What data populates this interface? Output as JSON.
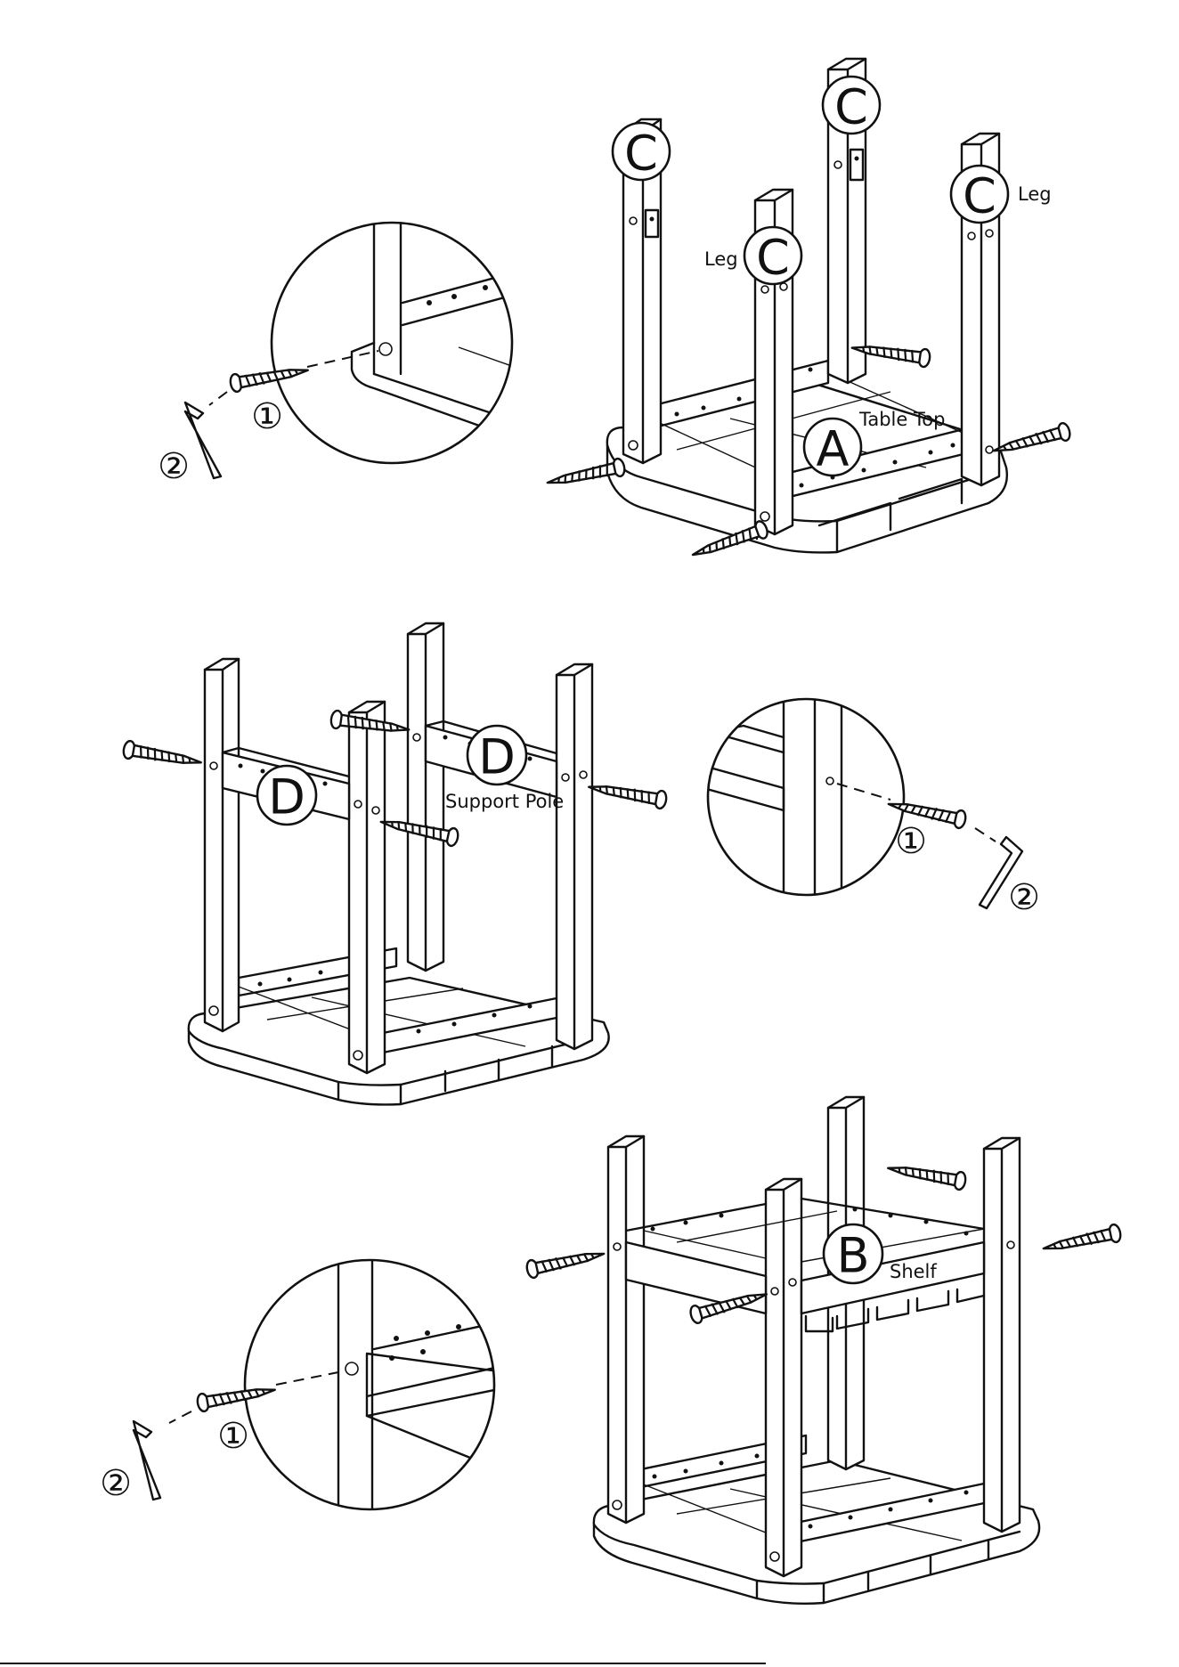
{
  "labels": {
    "leg_part": "C",
    "table_top_part": "A",
    "support_pole_part": "D",
    "shelf_part": "B",
    "leg_text": "Leg",
    "table_top_text": "Table Top",
    "support_pole_text": "Support Pole",
    "shelf_text": "Shelf"
  },
  "steps": {
    "screw": "①",
    "allen_key": "②"
  },
  "colors": {
    "line": "#111111",
    "background": "#ffffff"
  },
  "icons": [
    "screw-icon",
    "allen-key-icon"
  ]
}
